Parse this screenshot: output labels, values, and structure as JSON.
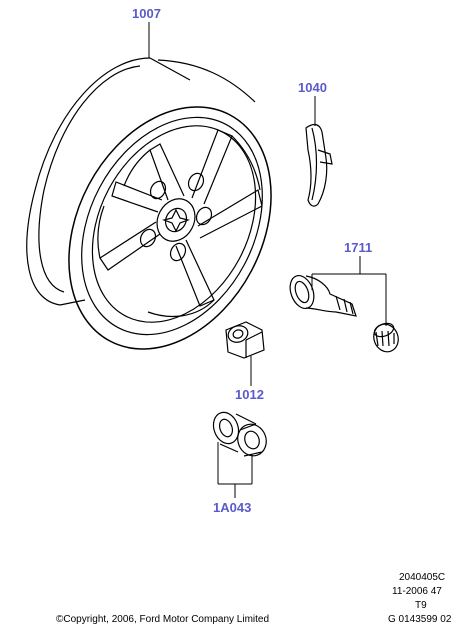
{
  "callouts": {
    "wheel": "1007",
    "weight": "1040",
    "valve": "1711",
    "nut": "1012",
    "lock": "1A043"
  },
  "reference": {
    "line1": "2040405C",
    "line2": "11-2006 47",
    "line3": "T9",
    "line4": "G 0143599 02"
  },
  "copyright": "©Copyright, 2006, Ford Motor Company Limited",
  "colors": {
    "callout": "#5a5acd",
    "line": "#000000"
  }
}
